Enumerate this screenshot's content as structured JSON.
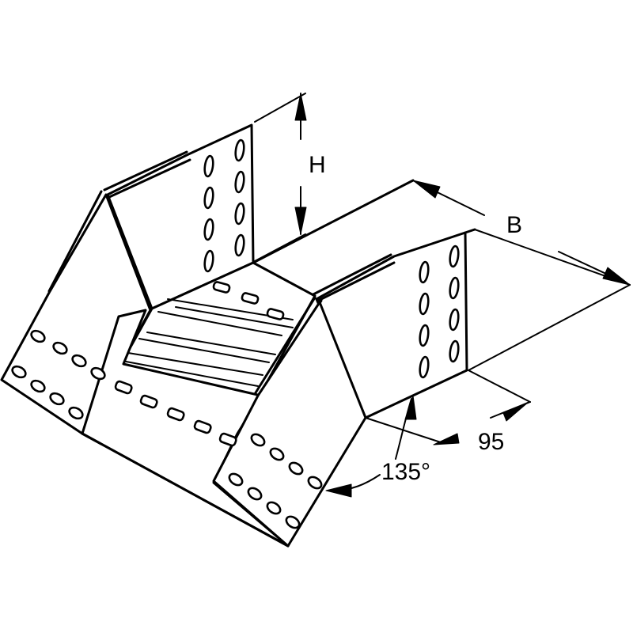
{
  "dimensions": {
    "height_label": "H",
    "width_label": "B",
    "flange_label": "95",
    "angle_label": "135°"
  }
}
